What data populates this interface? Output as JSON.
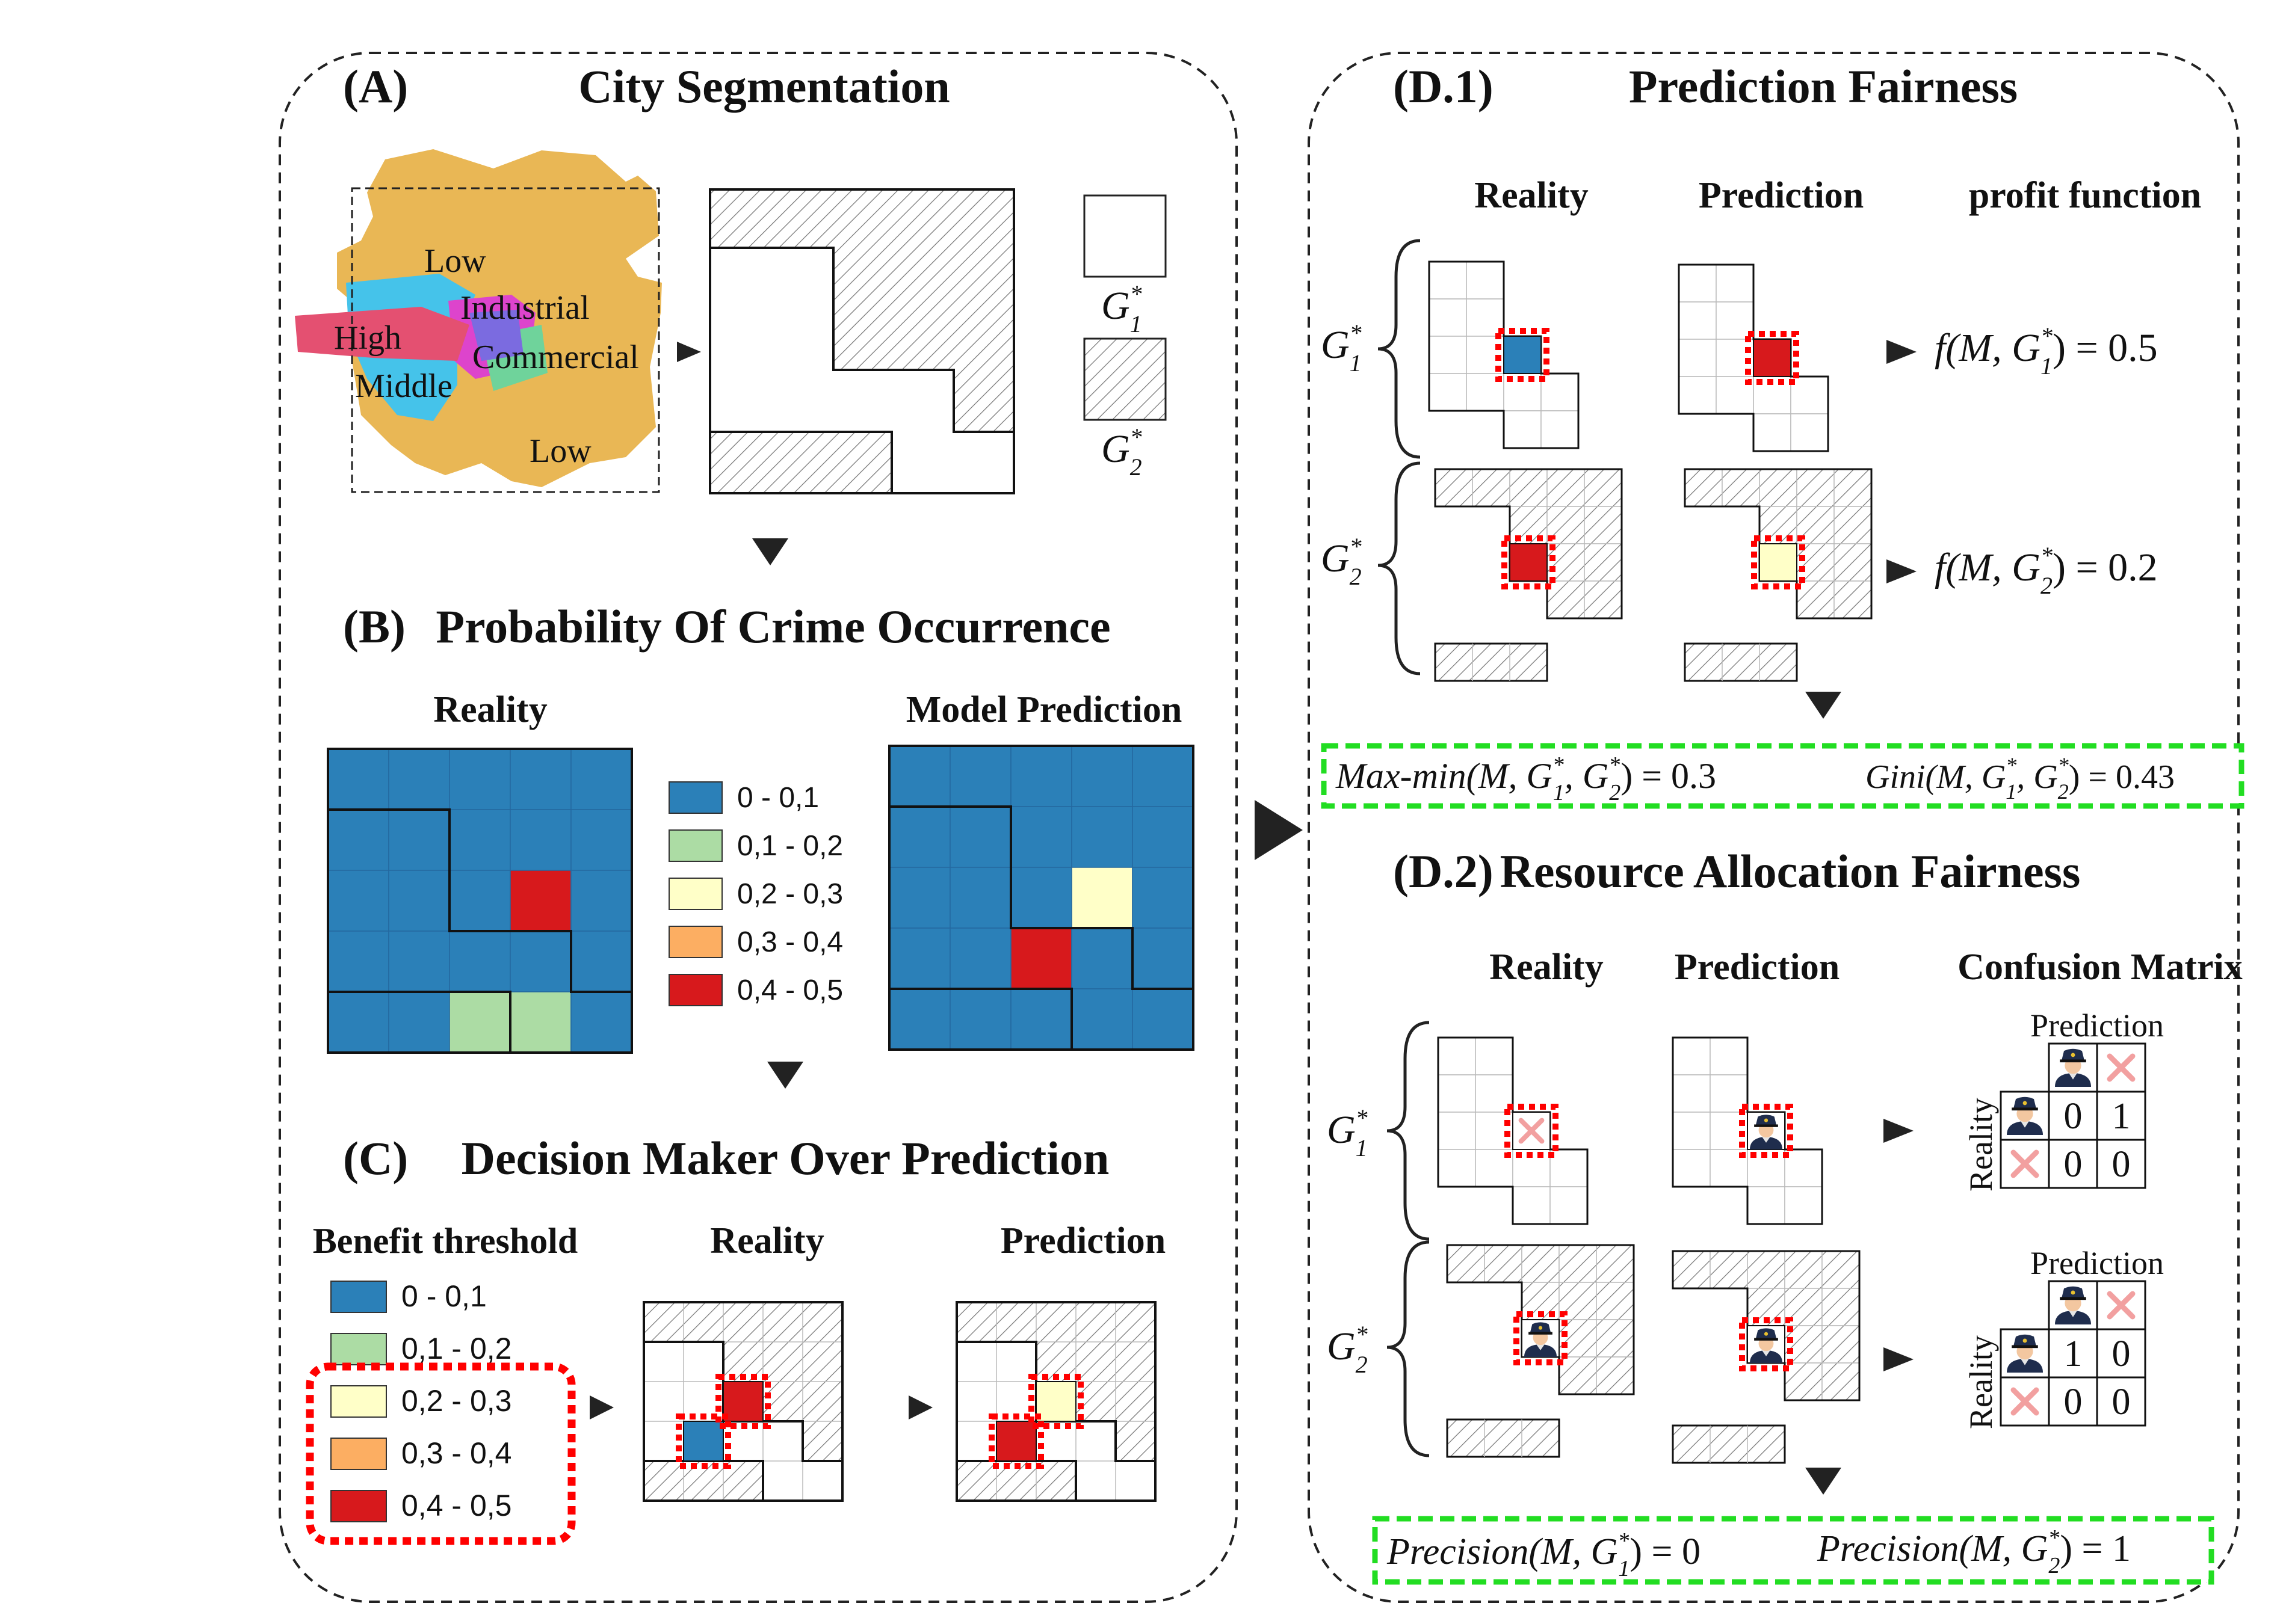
{
  "colors": {
    "blue": "#2b80b8",
    "green": "#acdca4",
    "yellow": "#ffffc8",
    "orange": "#fcae62",
    "red": "#d7191c",
    "dashed_red": "#ff0000",
    "dashed_green": "#22dd22",
    "map_orange": "#e9b755",
    "map_cyan": "#45c3ea",
    "map_pink": "#e45071",
    "map_magenta": "#dd44cc",
    "map_violet": "#7b6be0",
    "map_green": "#6fd39b"
  },
  "panels": {
    "a": {
      "tag": "(A)",
      "title": "City Segmentation",
      "map_labels": [
        "Low",
        "Industrial",
        "High",
        "Commercial",
        "Middle",
        "Low"
      ],
      "groups": [
        "G",
        "G"
      ]
    },
    "b": {
      "tag": "(B)",
      "title": "Probability Of Crime Occurrence",
      "reality": "Reality",
      "prediction": "Model Prediction"
    },
    "c": {
      "tag": "(C)",
      "title": "Decision Maker Over Prediction",
      "threshold": "Benefit threshold",
      "reality": "Reality",
      "prediction": "Prediction"
    },
    "d1": {
      "tag": "(D.1)",
      "title": "Prediction Fairness",
      "reality": "Reality",
      "prediction": "Prediction",
      "profit": "profit function",
      "f1": "f(M, G",
      "f1_tail": ") = 0.5",
      "f2": "f(M, G",
      "f2_tail": ") = 0.2",
      "maxmin": "Max-min(M, G",
      "maxmin_tail": ") = 0.3",
      "gini": "Gini(M, G",
      "gini_tail": ") = 0.43"
    },
    "d2": {
      "tag": "(D.2)",
      "title": "Resource Allocation Fairness",
      "reality": "Reality",
      "prediction": "Prediction",
      "cm": "Confusion Matrix",
      "cm_pred": "Prediction",
      "cm_real": "Reality",
      "cm1": [
        "0",
        "1",
        "0",
        "0"
      ],
      "cm2": [
        "1",
        "0",
        "0",
        "0"
      ],
      "prec1": "Precision(M, G",
      "prec1_tail": ") = 0",
      "prec2": "Precision(M, G",
      "prec2_tail": ") = 1"
    }
  },
  "legend": [
    "0 - 0,1",
    "0,1 - 0,2",
    "0,2 - 0,3",
    "0,3 - 0,4",
    "0,4 - 0,5"
  ],
  "group_symbol": {
    "letter": "G",
    "star": "*",
    "sub1": "1",
    "sub2": "2"
  },
  "comma_sep": ", G",
  "heatmaps": {
    "reality": [
      [
        0,
        0,
        0,
        0,
        0
      ],
      [
        0,
        0,
        0,
        0,
        0
      ],
      [
        0,
        0,
        0,
        4,
        0
      ],
      [
        0,
        0,
        0,
        0,
        0
      ],
      [
        0,
        0,
        1,
        1,
        0
      ]
    ],
    "prediction": [
      [
        0,
        0,
        0,
        0,
        0
      ],
      [
        0,
        0,
        0,
        0,
        0
      ],
      [
        0,
        0,
        0,
        2,
        0
      ],
      [
        0,
        0,
        4,
        0,
        0
      ],
      [
        0,
        0,
        0,
        0,
        0
      ]
    ]
  }
}
